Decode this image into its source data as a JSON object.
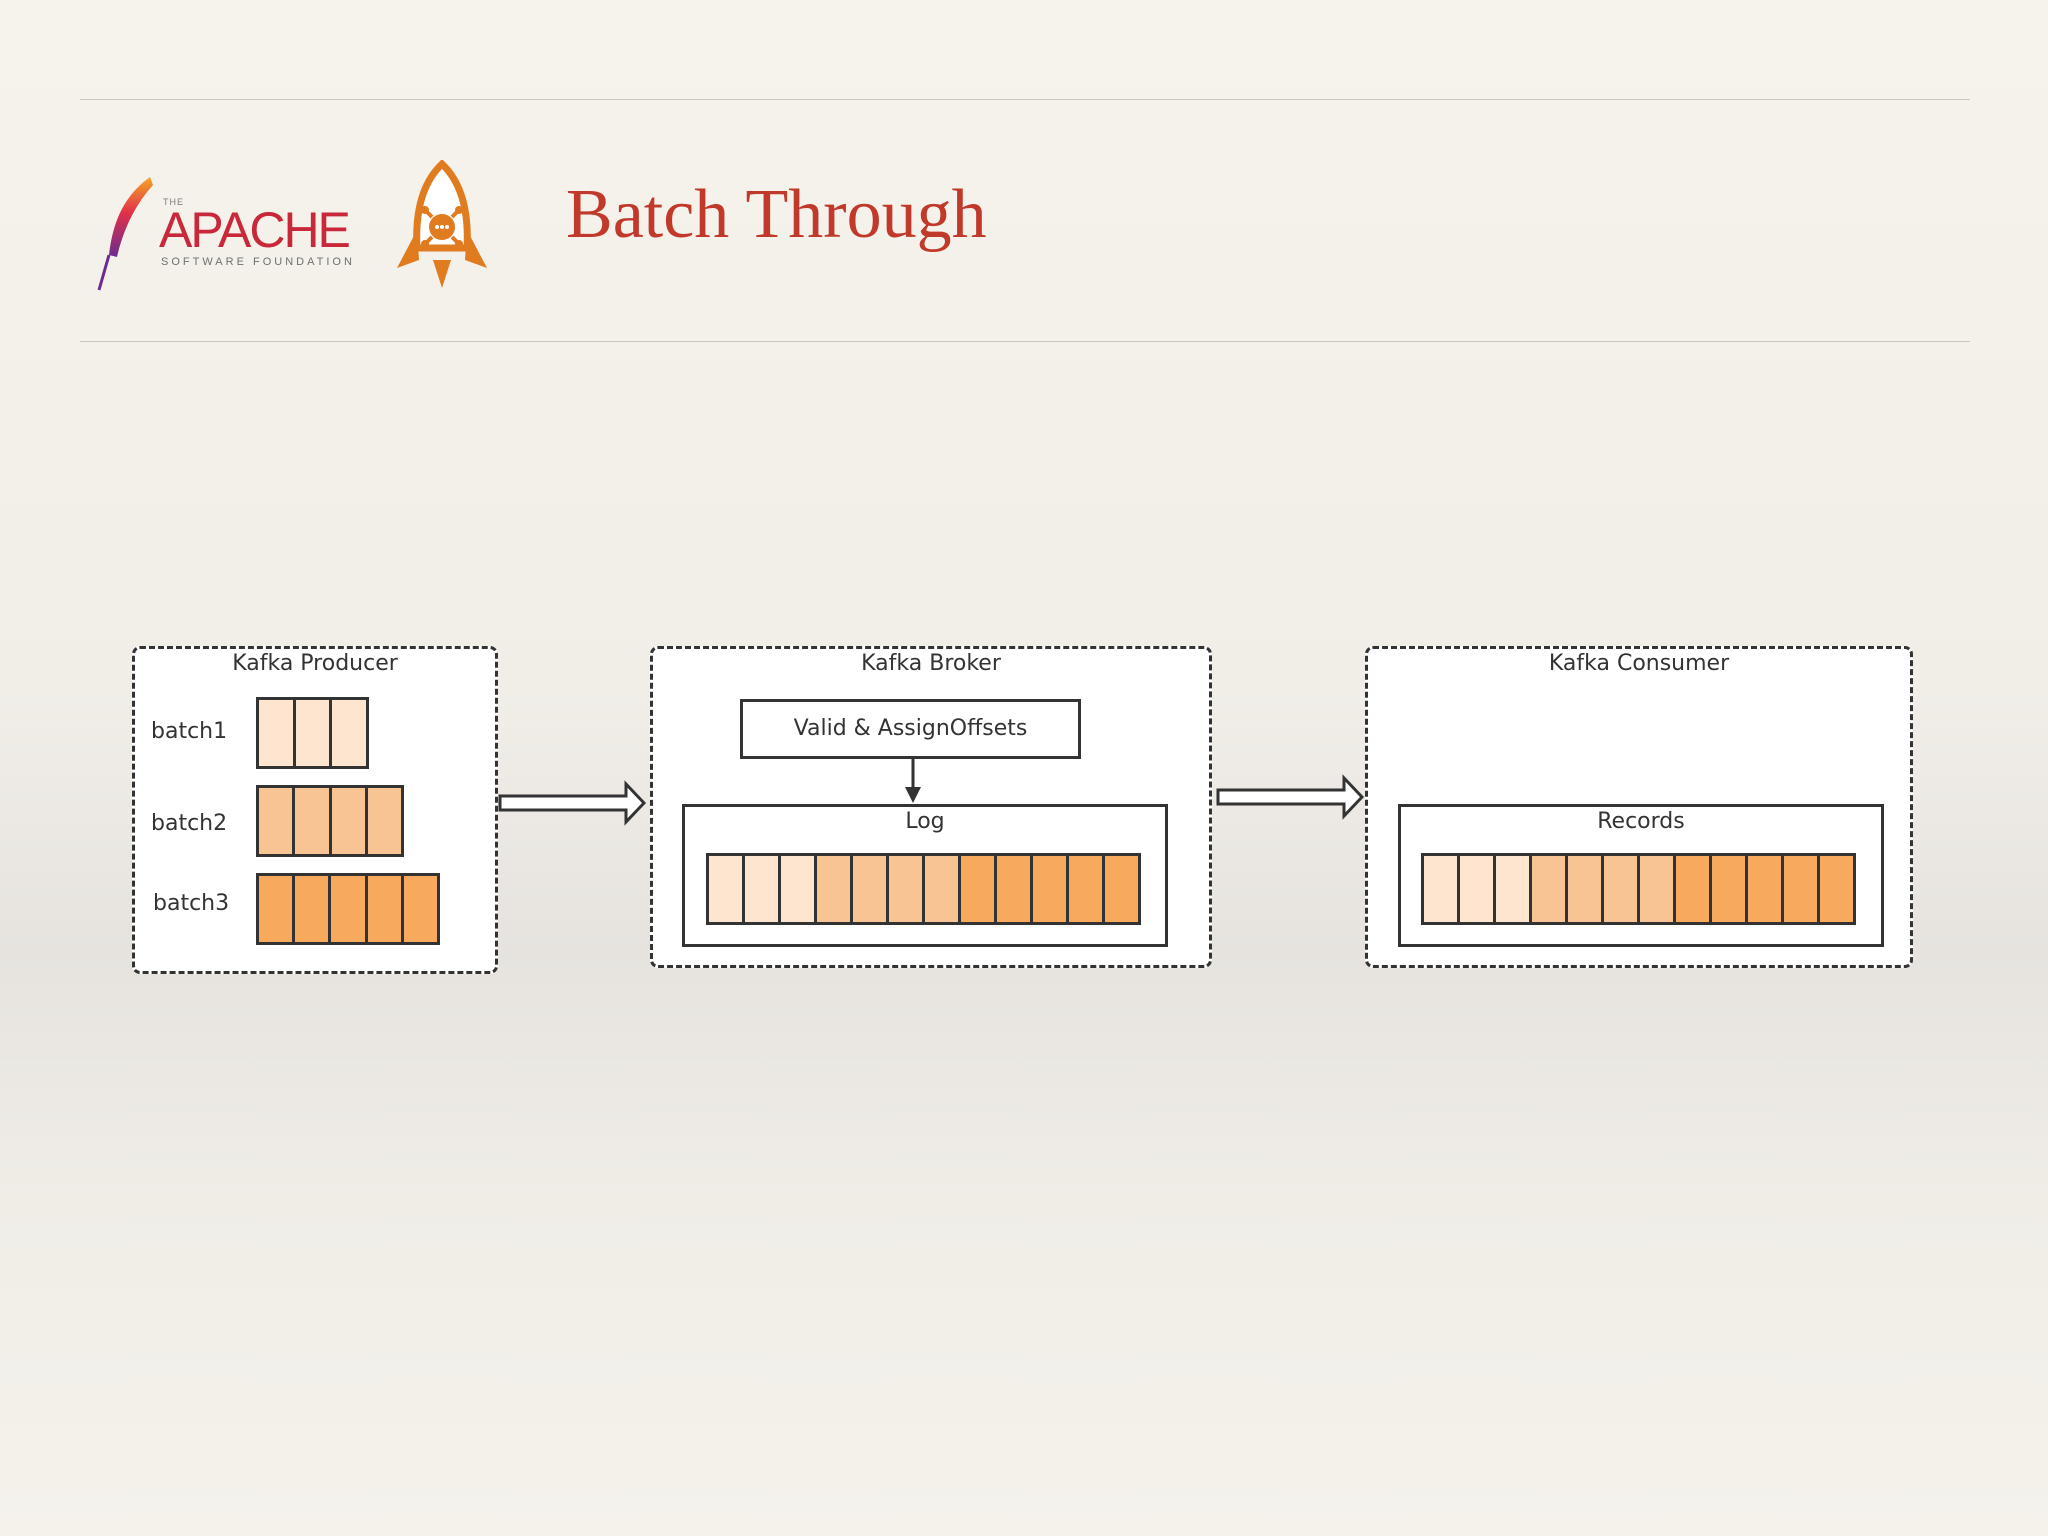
{
  "header": {
    "title": "Batch Through",
    "logo_apache": {
      "small": "THE",
      "main": "APACHE",
      "sub": "SOFTWARE FOUNDATION"
    },
    "logo_rocket": {
      "icon": "rocketmq-rocket-icon"
    }
  },
  "diagram": {
    "producer": {
      "title": "Kafka Producer",
      "batches": [
        {
          "label": "batch1",
          "cells": 3,
          "shade": "c1"
        },
        {
          "label": "batch2",
          "cells": 4,
          "shade": "c2"
        },
        {
          "label": "batch3",
          "cells": 5,
          "shade": "c3"
        }
      ]
    },
    "broker": {
      "title": "Kafka Broker",
      "step": "Valid & AssignOffsets",
      "log_label": "Log",
      "log_cells": [
        "c1",
        "c1",
        "c1",
        "c2",
        "c2",
        "c2",
        "c2",
        "c3",
        "c3",
        "c3",
        "c3",
        "c3"
      ]
    },
    "consumer": {
      "title": "Kafka Consumer",
      "records_label": "Records",
      "record_cells": [
        "c1",
        "c1",
        "c1",
        "c2",
        "c2",
        "c2",
        "c2",
        "c3",
        "c3",
        "c3",
        "c3",
        "c3"
      ]
    }
  },
  "colors": {
    "light": "#fde5cf",
    "medium": "#f9c493",
    "dark": "#f7a95d",
    "title": "#c0392b",
    "apache_red": "#c8283a"
  }
}
